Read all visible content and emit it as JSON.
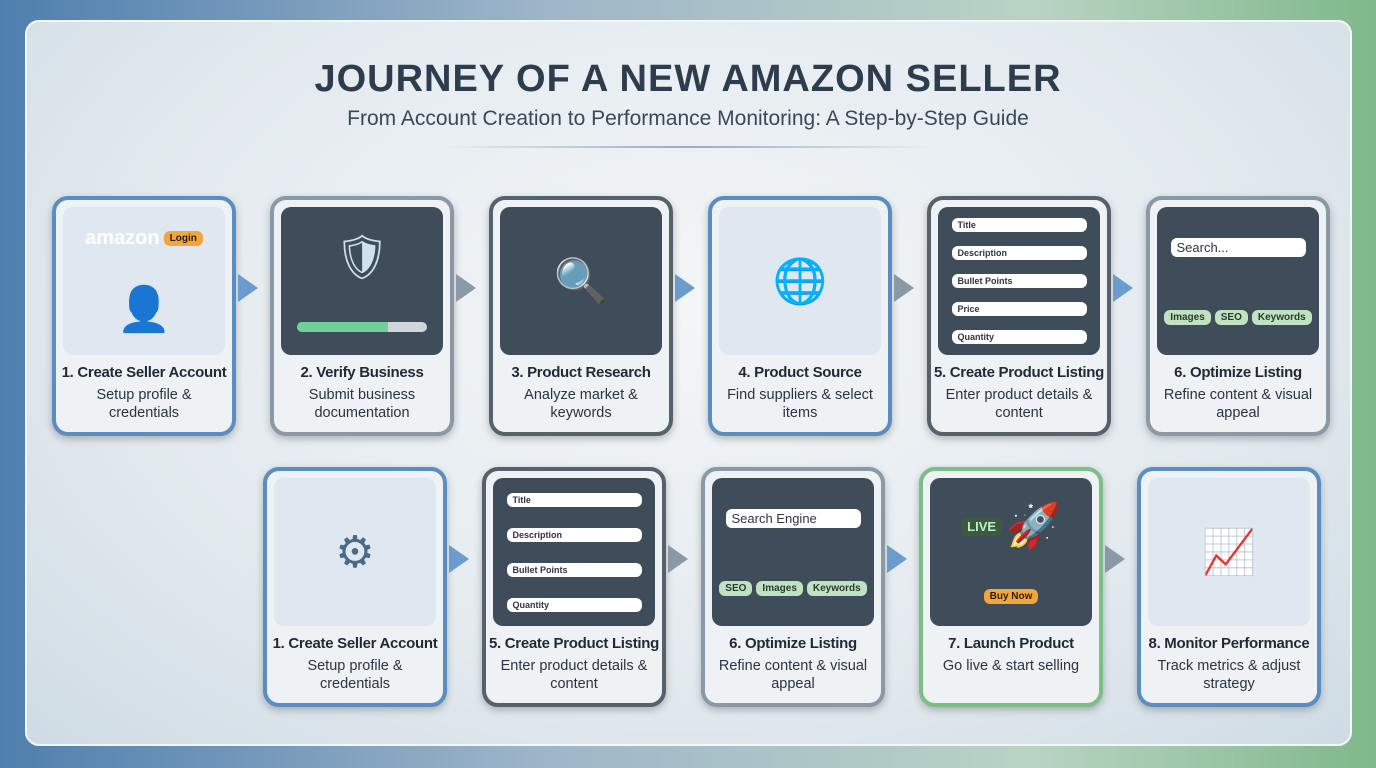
{
  "header": {
    "title": "JOURNEY OF A NEW AMAZON SELLER",
    "subtitle": "From Account Creation to Performance Monitoring: A Step-by-Step Guide"
  },
  "row1": [
    {
      "title": "1. Create Seller Account",
      "desc": "Setup profile & credentials",
      "style": "blue",
      "visual": {
        "brand": "amazon",
        "login": "Login",
        "icon": "user-icon"
      }
    },
    {
      "title": "2. Verify Business",
      "desc": "Submit business documentation",
      "style": "gray",
      "visual": {
        "icon": "shield-check-icon",
        "progress": 0.7
      }
    },
    {
      "title": "3. Product Research",
      "desc": "Analyze market & keywords",
      "style": "dark",
      "visual": {
        "icon": "magnifier-icon"
      }
    },
    {
      "title": "4. Product Source",
      "desc": "Find suppliers & select items",
      "style": "blue",
      "visual": {
        "icon": "globe-icon"
      }
    },
    {
      "title": "5. Create Product Listing",
      "desc": "Enter product details & content",
      "style": "dark",
      "visual": {
        "fields": [
          "Title",
          "Description",
          "Bullet Points",
          "Price",
          "Quantity"
        ]
      }
    },
    {
      "title": "6. Optimize Listing",
      "desc": "Refine content & visual appeal",
      "style": "gray",
      "visual": {
        "search": "Search...",
        "chips": [
          "Images",
          "SEO",
          "Keywords"
        ]
      }
    }
  ],
  "row2": [
    {
      "title": "1. Create Seller Account",
      "desc": "Setup profile & credentials",
      "style": "blue",
      "visual": {
        "icon": "gear-icon"
      }
    },
    {
      "title": "5. Create Product Listing",
      "desc": "Enter product details & content",
      "style": "dark",
      "visual": {
        "fields": [
          "Title",
          "Description",
          "Bullet Points",
          "Quantity"
        ]
      }
    },
    {
      "title": "6. Optimize Listing",
      "desc": "Refine content & visual appeal",
      "style": "gray",
      "visual": {
        "search": "Search Engine",
        "chips": [
          "SEO",
          "Images",
          "Keywords"
        ]
      }
    },
    {
      "title": "7. Launch Product",
      "desc": "Go live & start selling",
      "style": "green",
      "visual": {
        "badge": "LIVE",
        "button": "Buy Now",
        "icon": "rocket-icon"
      }
    },
    {
      "title": "8. Monitor Performance",
      "desc": "Track metrics & adjust strategy",
      "style": "blue",
      "visual": {
        "icon": "chart-icon"
      }
    }
  ]
}
